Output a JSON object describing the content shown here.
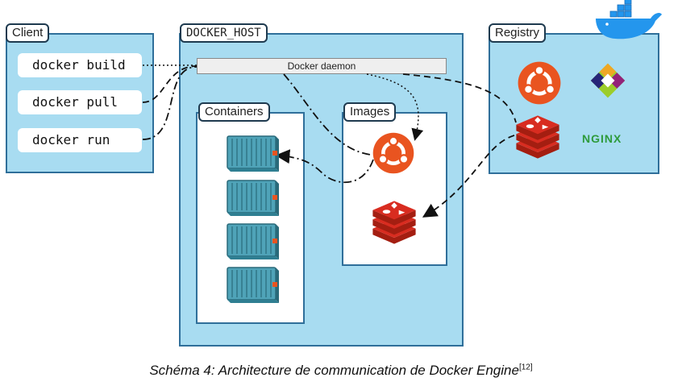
{
  "client": {
    "title": "Client",
    "commands": [
      "docker build",
      "docker pull",
      "docker run"
    ]
  },
  "host": {
    "title": "DOCKER_HOST",
    "daemon_label": "Docker daemon",
    "containers_title": "Containers",
    "images_title": "Images"
  },
  "registry": {
    "title": "Registry",
    "nginx_label": "NGINX"
  },
  "caption": {
    "text": "Schéma 4: Architecture de communication de Docker Engine",
    "ref": "[12]"
  },
  "icons": {
    "whale": "docker-whale-icon",
    "ubuntu": "ubuntu-icon",
    "centos": "centos-icon",
    "redis": "redis-icon",
    "nginx": "nginx-icon",
    "container": "container-icon"
  },
  "colors": {
    "panel": "#a8dcf1",
    "border": "#2f6f9a",
    "ubuntu": "#e95420",
    "redis": "#d82c20",
    "nginx": "#2e9b3c",
    "container": "#4fa3b8"
  }
}
